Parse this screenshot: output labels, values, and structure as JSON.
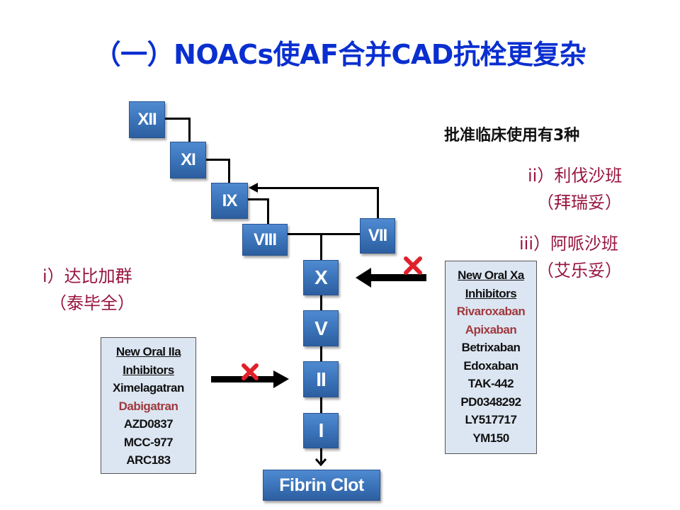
{
  "title": "（一）NOACs使AF合并CAD抗栓更复杂",
  "factors": {
    "xii": "XII",
    "xi": "XI",
    "ix": "IX",
    "viii": "VIII",
    "vii": "VII",
    "x": "X",
    "v": "V",
    "ii": "II",
    "i": "I",
    "fibrin_clot": "Fibrin Clot"
  },
  "annotations": {
    "approved": "批准临床使用有3种",
    "drug_ii_line1": "ii）利伐沙班",
    "drug_ii_line2": "（拜瑞妥）",
    "drug_iii_line1": "iii）阿哌沙班",
    "drug_iii_line2": "（艾乐妥）",
    "drug_i_line1": "i）达比加群",
    "drug_i_line2": "（泰毕全）"
  },
  "panel_iia": {
    "header": [
      "New Oral IIa",
      "Inhibitors"
    ],
    "items": [
      {
        "name": "Ximelagatran",
        "highlight": false
      },
      {
        "name": "Dabigatran",
        "highlight": true
      },
      {
        "name": "AZD0837",
        "highlight": false
      },
      {
        "name": "MCC-977",
        "highlight": false
      },
      {
        "name": "ARC183",
        "highlight": false
      }
    ]
  },
  "panel_xa": {
    "header": [
      "New Oral Xa",
      "Inhibitors"
    ],
    "items": [
      {
        "name": "Rivaroxaban",
        "highlight": true
      },
      {
        "name": "Apixaban",
        "highlight": true
      },
      {
        "name": "Betrixaban",
        "highlight": false
      },
      {
        "name": "Edoxaban",
        "highlight": false
      },
      {
        "name": "TAK-442",
        "highlight": false
      },
      {
        "name": "PD0348292",
        "highlight": false
      },
      {
        "name": "LY517717",
        "highlight": false
      },
      {
        "name": "YM150",
        "highlight": false
      }
    ]
  },
  "icons": {
    "inhibit_mark": "red-x",
    "arrow": "black-arrow"
  },
  "colors": {
    "title": "#0a2fd0",
    "factor_box": "#3a72b8",
    "drug_red": "#98143e",
    "highlight_drug": "#a0393e",
    "panel_bg": "#dce6f2",
    "inhibit_x": "#e0202a"
  }
}
